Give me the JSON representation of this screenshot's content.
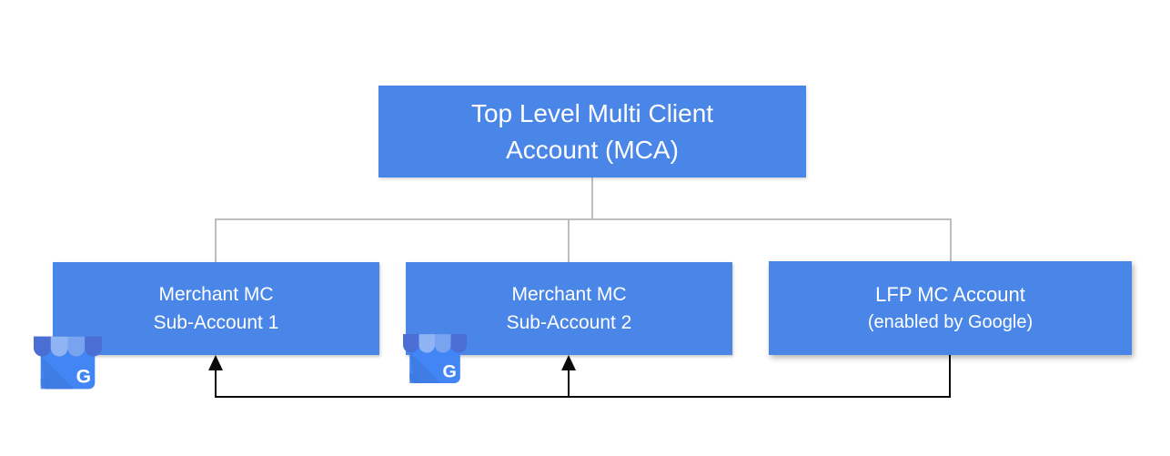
{
  "diagram": {
    "mca": {
      "line1": "Top Level Multi Client",
      "line2": "Account (MCA)"
    },
    "children": [
      {
        "line1": "Merchant MC",
        "line2": "Sub-Account 1",
        "icon": "google-my-business"
      },
      {
        "line1": "Merchant MC",
        "line2": "Sub-Account 2",
        "icon": "google-my-business"
      },
      {
        "line1": "LFP MC Account",
        "line2": "(enabled by Google)",
        "icon": null
      }
    ],
    "relations": {
      "tree": "MCA parent connects to all three sub-accounts",
      "feed_arrows": "LFP MC Account feeds into Merchant MC Sub-Account 1 and Sub-Account 2"
    },
    "colors": {
      "node_fill": "#4a86e8",
      "node_text": "#ffffff",
      "tree_connector": "#bdbdbd",
      "feed_arrow": "#0a0a0a",
      "gmb_body": "#4285f4",
      "gmb_fold": "#3e7ae0",
      "gmb_awning_dark": "#4a6ed4",
      "gmb_awning_light": "#8fb4f4",
      "gmb_awning_mid": "#79a3ee",
      "gmb_letter": "G"
    }
  }
}
